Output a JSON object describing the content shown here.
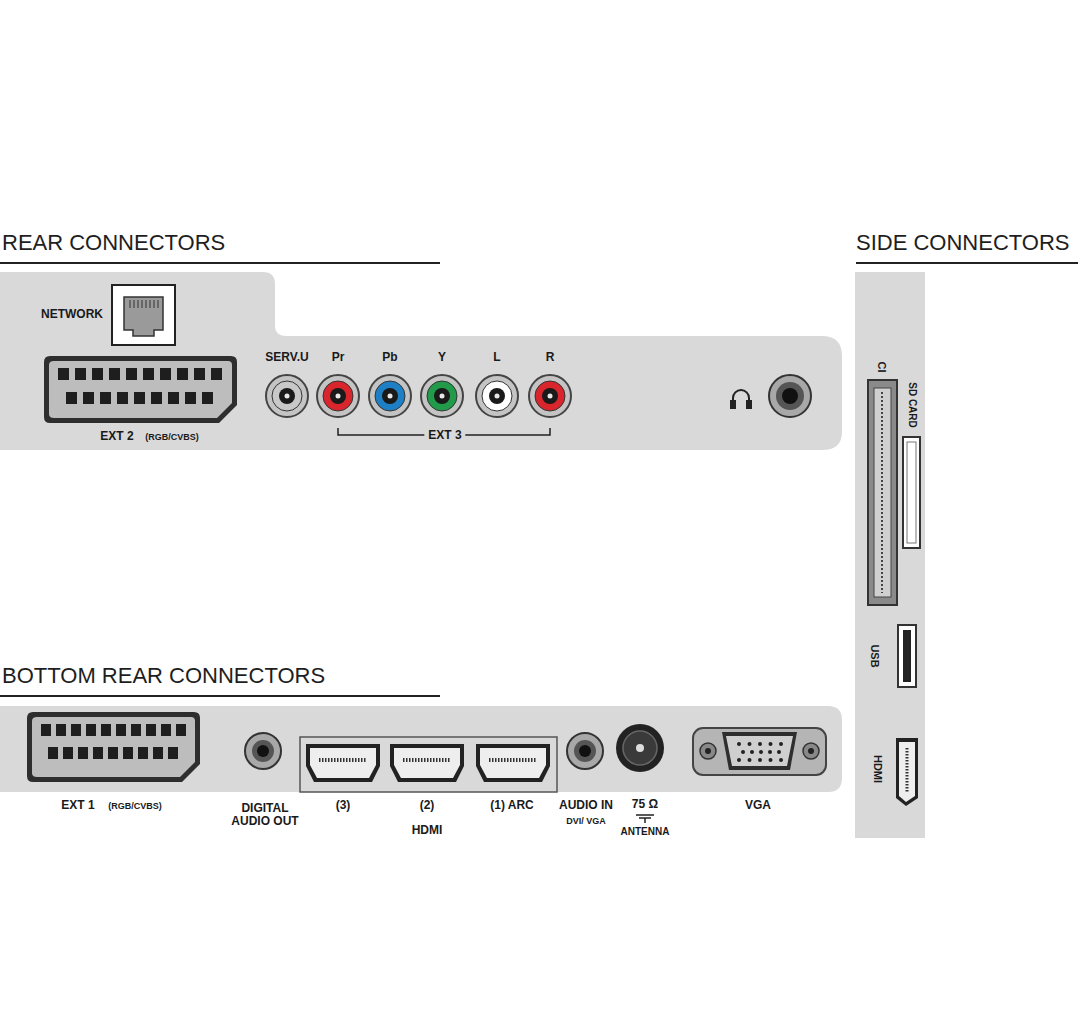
{
  "diagram": {
    "nodes": [
      {
        "text": [
          "REAR CONNECTORS"
        ]
      },
      {
        "text": [
          "SIDE CONNECTORS"
        ]
      },
      {
        "text": [
          "BOTTOM REAR CONNECTORS"
        ]
      }
    ],
    "labels": [
      "NETWORK",
      "EXT 2",
      "(RGB/CVBS)",
      "SERV.U",
      "Pr",
      "Pb",
      "Y",
      "L",
      "R",
      "EXT 3",
      "EXT 1",
      "(RGB/CVBS)",
      "DIGITAL AUDIO OUT",
      "(3)",
      "(2)",
      "(1) ARC",
      "HDMI",
      "AUDIO IN",
      "DVI/ VGA",
      "75 Ω",
      "ANTENNA",
      "VGA",
      "CI",
      "SD CARD",
      "USB",
      "HDMI"
    ]
  }
}
